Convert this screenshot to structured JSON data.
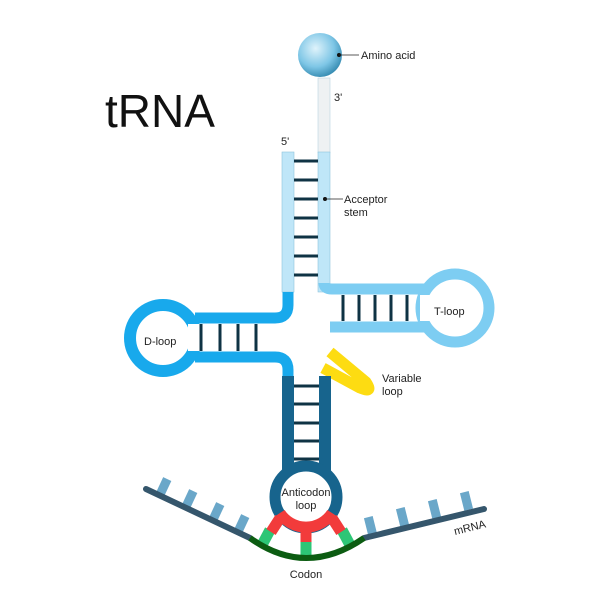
{
  "title": "tRNA",
  "labels": {
    "amino_acid": "Amino acid",
    "three_prime": "3'",
    "five_prime": "5'",
    "acceptor_stem_1": "Acceptor",
    "acceptor_stem_2": "stem",
    "t_loop": "T-loop",
    "d_loop": "D-loop",
    "variable_loop_1": "Variable",
    "variable_loop_2": "loop",
    "anticodon_loop_1": "Anticodon",
    "anticodon_loop_2": "loop",
    "mrna": "mRNA",
    "codon": "Codon"
  },
  "colors": {
    "acceptor": "#bfe6f8",
    "acceptor_tip": "#eef1f3",
    "t_arm": "#7dcdf2",
    "d_arm": "#18a9ec",
    "anticodon_stem": "#17648d",
    "anticodon_bases": "#f23b3b",
    "codon_bases": "#2dc676",
    "codon_backbone": "#0c5c12",
    "mrna_backbone": "#35566c",
    "mrna_bases": "#6aa7c9",
    "variable_loop": "#fddc12",
    "pairs": "#0f3344",
    "amino_acid": "#6fbde0"
  }
}
